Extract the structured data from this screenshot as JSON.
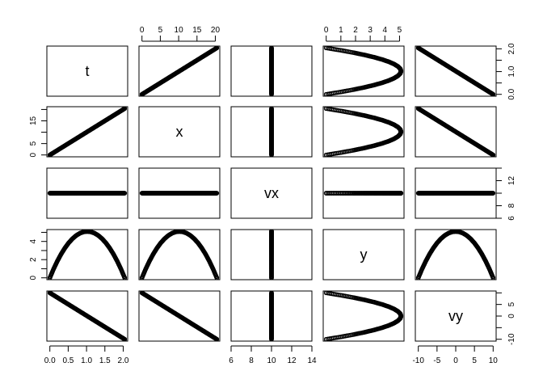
{
  "chart_data": {
    "type": "scatter-matrix",
    "title": "",
    "grid": false,
    "variables": [
      {
        "name": "t",
        "lim": [
          -0.0816,
          2.1216
        ],
        "ticks": [
          0,
          0.5,
          1,
          1.5,
          2
        ],
        "outer_tick_labels": [
          "0.0",
          "0.5",
          "1.0",
          "1.5",
          "2.0"
        ],
        "side_tick_labels": [
          "0.0",
          "",
          "1.0",
          "",
          "2.0"
        ],
        "outer_axis": "bottom",
        "side_axis": "right"
      },
      {
        "name": "x",
        "lim": [
          -0.816,
          21.216
        ],
        "ticks": [
          0,
          5,
          10,
          15,
          20
        ],
        "outer_tick_labels": [
          "0",
          "5",
          "10",
          "15",
          "20"
        ],
        "side_tick_labels": [
          "0",
          "5",
          "",
          "15",
          ""
        ],
        "outer_axis": "top",
        "side_axis": "left"
      },
      {
        "name": "vx",
        "lim": [
          6,
          14
        ],
        "ticks": [
          6,
          8,
          10,
          12,
          14
        ],
        "outer_tick_labels": [
          "6",
          "8",
          "10",
          "12",
          "14"
        ],
        "side_tick_labels": [
          "6",
          "8",
          "",
          "12",
          ""
        ],
        "outer_axis": "bottom",
        "side_axis": "right"
      },
      {
        "name": "y",
        "lim": [
          -0.204,
          5.306
        ],
        "ticks": [
          0,
          1,
          2,
          3,
          4,
          5
        ],
        "outer_tick_labels": [
          "0",
          "1",
          "2",
          "3",
          "4",
          "5"
        ],
        "side_tick_labels": [
          "0",
          "",
          "2",
          "",
          "4",
          ""
        ],
        "outer_axis": "top",
        "side_axis": "left"
      },
      {
        "name": "vy",
        "lim": [
          -10.8,
          10.8
        ],
        "ticks": [
          -10,
          -5,
          0,
          5,
          10
        ],
        "outer_tick_labels": [
          "-10",
          "-5",
          "0",
          "5",
          "10"
        ],
        "side_tick_labels": [
          "-10",
          "",
          "0",
          "5",
          ""
        ],
        "outer_axis": "bottom",
        "side_axis": "right"
      }
    ],
    "data": {
      "t": [
        0,
        0.102,
        0.204,
        0.306,
        0.408,
        0.51,
        0.612,
        0.714,
        0.816,
        0.918,
        1.02,
        1.122,
        1.224,
        1.326,
        1.428,
        1.53,
        1.632,
        1.734,
        1.836,
        1.938,
        2.04
      ],
      "x": [
        0,
        1.02,
        2.04,
        3.06,
        4.08,
        5.1,
        6.12,
        7.14,
        8.16,
        9.18,
        10.2,
        11.22,
        12.24,
        13.26,
        14.28,
        15.3,
        16.32,
        17.34,
        18.36,
        19.38,
        20.4
      ],
      "vx": [
        10,
        10,
        10,
        10,
        10,
        10,
        10,
        10,
        10,
        10,
        10,
        10,
        10,
        10,
        10,
        10,
        10,
        10,
        10,
        10,
        10
      ],
      "y": [
        0,
        0.969,
        1.836,
        2.601,
        3.264,
        3.825,
        4.285,
        4.642,
        4.897,
        5.051,
        5.102,
        5.051,
        4.897,
        4.642,
        4.285,
        3.825,
        3.264,
        2.601,
        1.836,
        0.969,
        0
      ],
      "vy": [
        10,
        9,
        8,
        7,
        6,
        5,
        4,
        3,
        2,
        1,
        0,
        -1,
        -2,
        -3,
        -4,
        -5,
        -6,
        -7,
        -8,
        -9,
        -10
      ]
    },
    "marker": "open-circle",
    "color": "#000000"
  }
}
